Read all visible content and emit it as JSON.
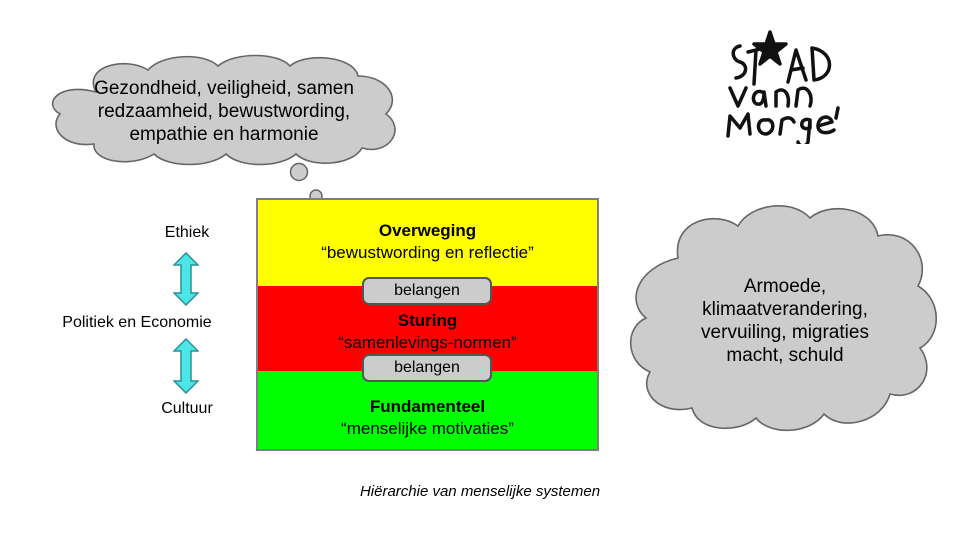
{
  "thought_cloud": {
    "lines": [
      "Gezondheid, veiligheid, samen",
      "redzaamheid, bewustwording,",
      "empathie en harmonie"
    ]
  },
  "problem_cloud": {
    "lines": [
      "Armoede,",
      "klimaatverandering,",
      "vervuiling, migraties",
      "macht, schuld"
    ]
  },
  "layers": {
    "top": {
      "title": "Overweging",
      "subtitle": "“bewustwording en reflectie”"
    },
    "middle": {
      "title": "Sturing",
      "subtitle": "“samenlevings-normen”"
    },
    "bottom": {
      "title": "Fundamenteel",
      "subtitle": "“menselijke motivaties”"
    }
  },
  "connectors": {
    "upper": "belangen",
    "lower": "belangen"
  },
  "side_labels": {
    "top": "Ethiek",
    "middle": "Politiek en Economie",
    "bottom": "Cultuur"
  },
  "caption": "Hiërarchie van menselijke systemen",
  "logo": {
    "text": "Stad van Morgen"
  },
  "colors": {
    "top": "#ffff00",
    "middle": "#ff0000",
    "bottom": "#00ff00",
    "cloud": "#cccccc",
    "arrow": "#4de6e6"
  }
}
